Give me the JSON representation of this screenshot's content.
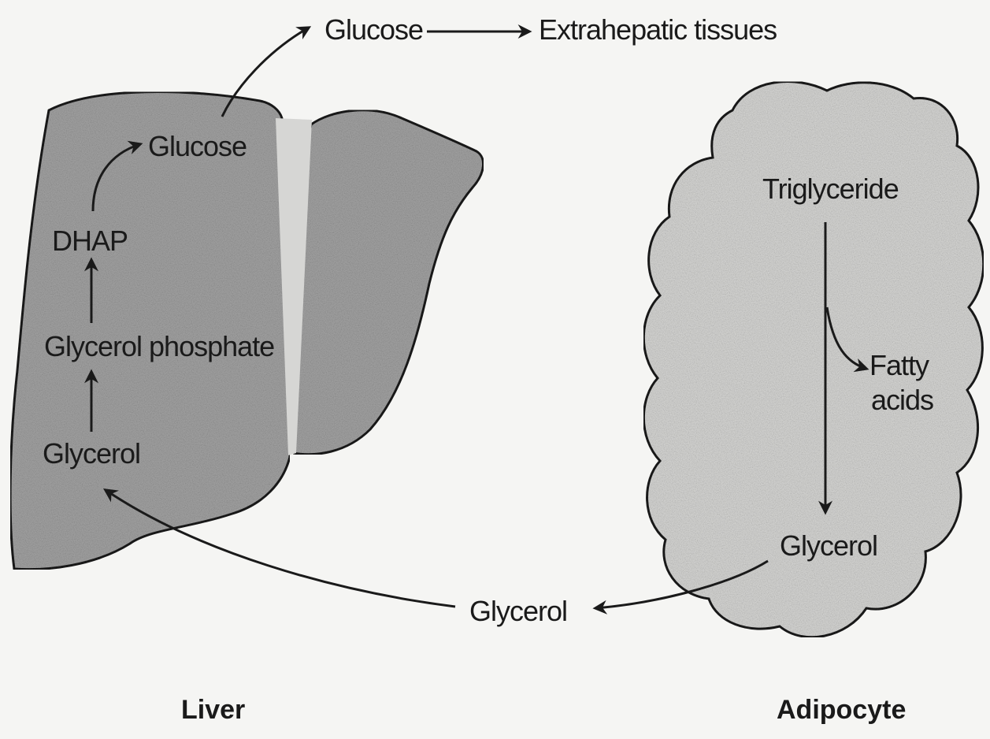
{
  "top": {
    "glucose": "Glucose",
    "destination": "Extrahepatic tissues"
  },
  "liver": {
    "caption": "Liver",
    "glucose": "Glucose",
    "dhap": "DHAP",
    "glycerol_phosphate": "Glycerol phosphate",
    "glycerol": "Glycerol"
  },
  "adipocyte": {
    "caption": "Adipocyte",
    "triglyceride": "Triglyceride",
    "fatty_acids_line1": "Fatty",
    "fatty_acids_line2": "acids",
    "glycerol": "Glycerol"
  },
  "transport": {
    "glycerol": "Glycerol"
  },
  "colors": {
    "liver_fill": "#9d9d9d",
    "adipocyte_fill": "#cfcfcd",
    "outline": "#1a1a1a",
    "background": "#f5f5f3"
  }
}
